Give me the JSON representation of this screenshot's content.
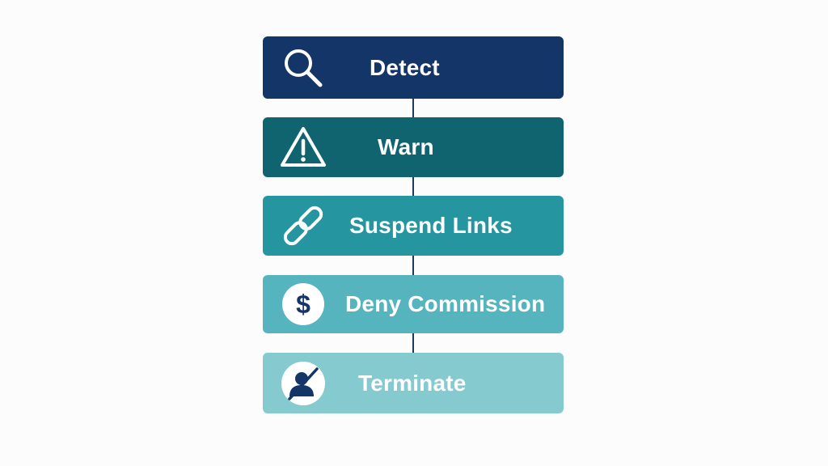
{
  "steps": [
    {
      "label": "Detect",
      "icon": "search-icon",
      "color": "#133567"
    },
    {
      "label": "Warn",
      "icon": "warning-icon",
      "color": "#10646f"
    },
    {
      "label": "Suspend Links",
      "icon": "link-icon",
      "color": "#2596a0"
    },
    {
      "label": "Deny Commission",
      "icon": "dollar-icon",
      "color": "#55b4bd"
    },
    {
      "label": "Terminate",
      "icon": "user-blocked-icon",
      "color": "#84cacf"
    }
  ],
  "colors": {
    "connector": "#1b3a5c",
    "icon_light": "#ffffff",
    "icon_dark": "#133567"
  }
}
